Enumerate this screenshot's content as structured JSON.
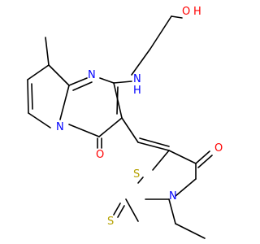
{
  "molecule": {
    "atoms": {
      "hydroxyl_O": "O",
      "hydroxyl_H": "H",
      "amine_N": "N",
      "amine_H": "H",
      "ring_N_upper": "N",
      "ring_N_bridge": "N",
      "ketone_O": "O",
      "thiazolidine_S": "S",
      "thiazolidine_N": "N",
      "thiazolidinone_O": "O",
      "thione_S": "S"
    },
    "colors": {
      "bond": "#000000",
      "nitrogen": "#0000ff",
      "oxygen": "#ff0000",
      "sulfur": "#b5a100"
    }
  }
}
